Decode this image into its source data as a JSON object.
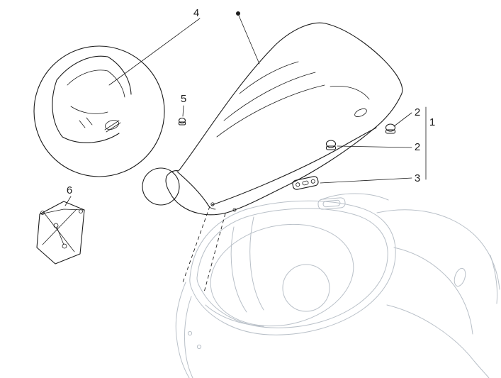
{
  "figure": {
    "background_color": "#ffffff",
    "primary_line_color": "#1c1c1c",
    "secondary_line_color": "#b9c0c8"
  },
  "labels": {
    "n1": "1",
    "n2_upper": "2",
    "n2_lower": "2",
    "n3": "3",
    "n4": "4",
    "n5": "5",
    "n6": "6"
  }
}
